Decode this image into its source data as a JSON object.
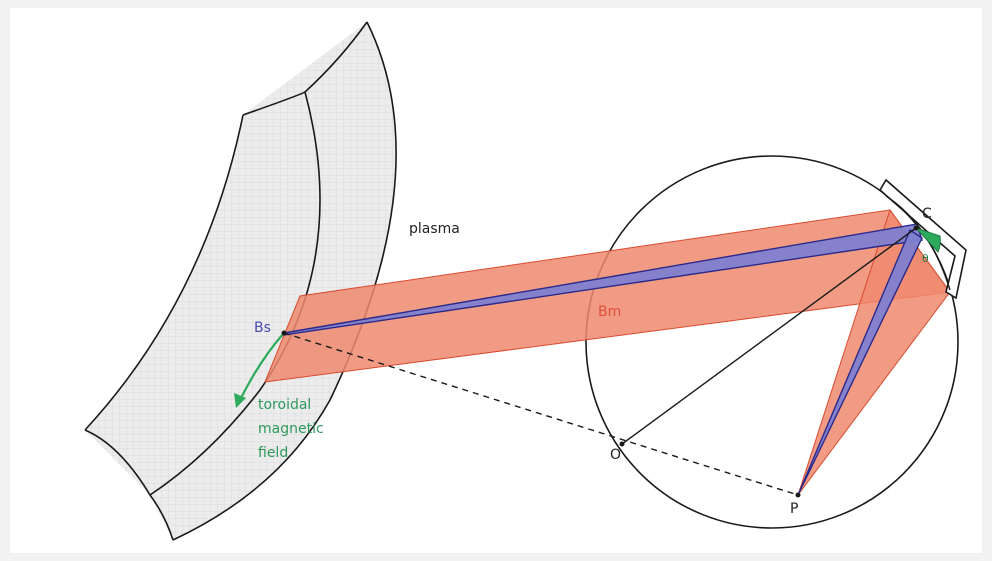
{
  "labels": {
    "plasma": "plasma",
    "bs": "Bs",
    "bm": "Bm",
    "c": "C",
    "o": "O",
    "p": "P",
    "theta": "θ",
    "toroidal_line1": "toroidal",
    "toroidal_line2": "magnetic",
    "toroidal_line3": "field"
  },
  "colors": {
    "outline": "#1a1a1a",
    "plasma_fill": "#ececec",
    "grid": "#d6d6d6",
    "red_beam": "#f08a6e",
    "red_edge": "#d94a30",
    "blue_beam": "#7f80d0",
    "blue_edge": "#2a2a8a",
    "green": "#2eaa5c",
    "label_blue": "#4a4ab0",
    "label_red": "#e0503a",
    "label_green": "#2e9a5c",
    "label_dark": "#222222"
  }
}
